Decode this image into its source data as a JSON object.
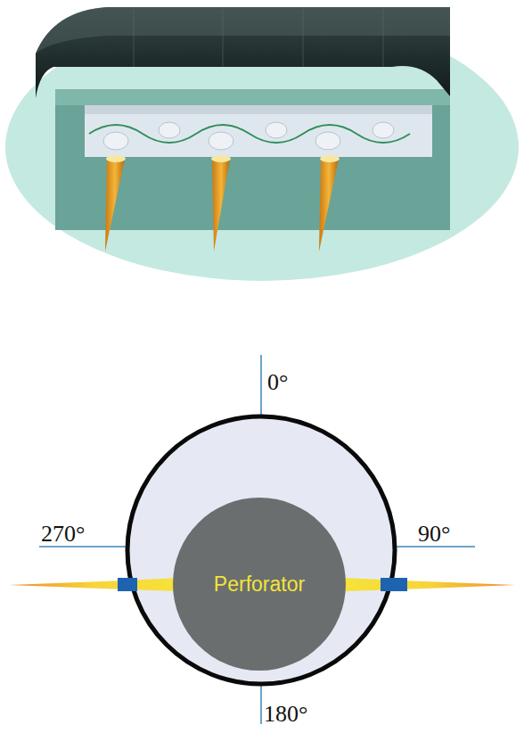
{
  "diagram": {
    "nodes": [
      {
        "text": [
          "Perforator"
        ]
      }
    ],
    "labels": [
      "0°",
      "270°",
      "90°",
      "180°"
    ]
  }
}
